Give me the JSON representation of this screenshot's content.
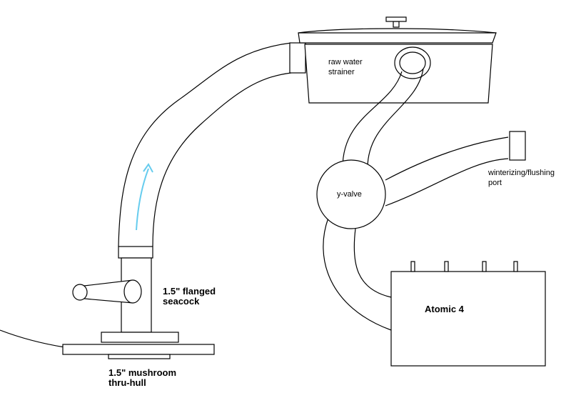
{
  "labels": {
    "strainer": [
      "raw water",
      "strainer"
    ],
    "port": [
      "winterizing/flushing",
      "port"
    ],
    "yvalve": "y-valve",
    "seacock": [
      "1.5\" flanged",
      "seacock"
    ],
    "thruhull": [
      "1.5\" mushroom",
      "thru-hull"
    ],
    "engine": "Atomic 4"
  },
  "colors": {
    "line": "#000000",
    "flow_arrow": "#66ccee",
    "background": "#ffffff"
  },
  "icons": {
    "flow": "flow-direction-arrow"
  }
}
